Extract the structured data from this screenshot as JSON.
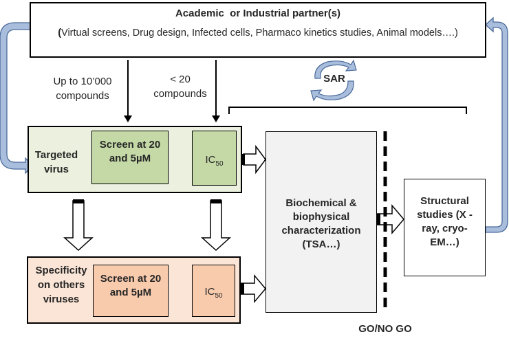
{
  "partner": {
    "title": "Academic  or Industrial partner(s)",
    "desc_open": "(",
    "desc": "Virtual screens,  Drug design, Infected cells, Pharmaco kinetics studies, Animal models….)"
  },
  "flows": {
    "left_label": "Up to 10’000 compounds",
    "right_label": "< 20 compounds",
    "sar": "SAR"
  },
  "targeted": {
    "label": "Targeted virus",
    "screen": "Screen at 20 and 5µM",
    "ic_main": "IC",
    "ic_sub": "50"
  },
  "specificity": {
    "label": "Specificity on others viruses",
    "screen": "Screen at 20 and 5µM",
    "ic_main": "IC",
    "ic_sub": "50"
  },
  "biochem": {
    "label": "Biochemical  & biophysical characterization (TSA…)"
  },
  "structural": {
    "label": "Structural studies (X - ray, cryo- EM…)"
  },
  "gate": {
    "label": "GO/NO GO"
  },
  "colors": {
    "green_light": "#ebf1de",
    "green_dark": "#c4d9a6",
    "peach_light": "#fbe5d6",
    "peach_dark": "#f8cbad",
    "gray": "#f2f2f2",
    "blue_arrow": "#a9bddc"
  }
}
